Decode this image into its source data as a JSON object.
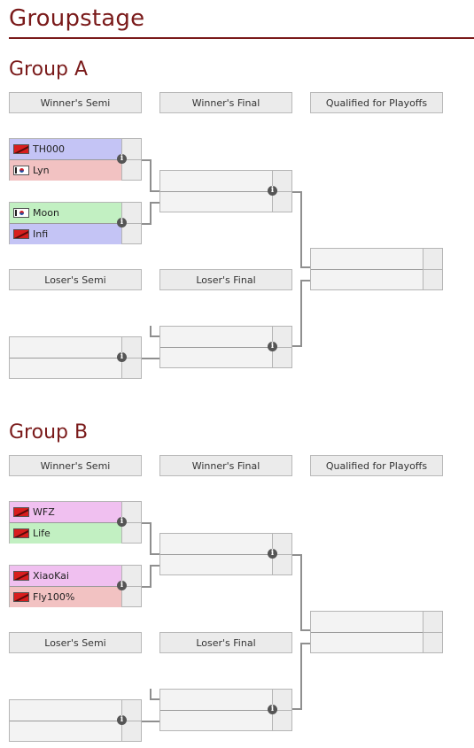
{
  "page": {
    "title": "Groupstage"
  },
  "headers": {
    "winners_semi": "Winner's Semi",
    "winners_final": "Winner's Final",
    "qualified": "Qualified for Playoffs",
    "losers_semi": "Loser's Semi",
    "losers_final": "Loser's Final"
  },
  "colors": {
    "terran": "#c4c4f5",
    "zerg": "#f0c0f0",
    "protoss": "#c2f0c2",
    "random": "#f2c2c2",
    "title": "#7a1a1a"
  },
  "groups": [
    {
      "title": "Group A",
      "winners_semi": [
        {
          "p1": {
            "name": "TH000",
            "flag": "tw",
            "race": "terran"
          },
          "p2": {
            "name": "Lyn",
            "flag": "kr",
            "race": "random"
          }
        },
        {
          "p1": {
            "name": "Moon",
            "flag": "kr",
            "race": "protoss"
          },
          "p2": {
            "name": "Infi",
            "flag": "tw",
            "race": "terran"
          }
        }
      ]
    },
    {
      "title": "Group B",
      "winners_semi": [
        {
          "p1": {
            "name": "WFZ",
            "flag": "tw",
            "race": "zerg"
          },
          "p2": {
            "name": "Life",
            "flag": "tw",
            "race": "protoss"
          }
        },
        {
          "p1": {
            "name": "XiaoKai",
            "flag": "tw",
            "race": "zerg"
          },
          "p2": {
            "name": "Fly100%",
            "flag": "tw",
            "race": "random"
          }
        }
      ]
    }
  ]
}
